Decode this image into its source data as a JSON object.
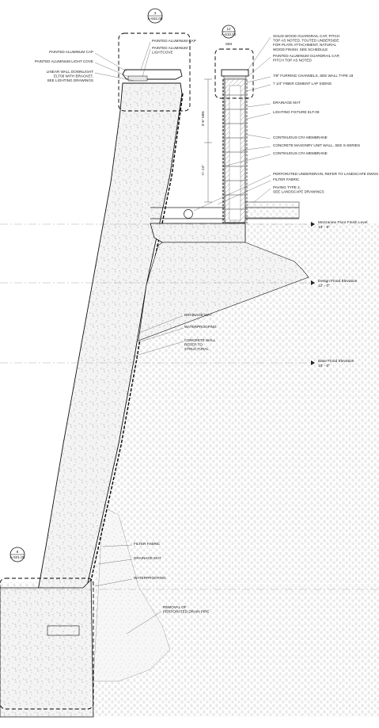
{
  "section_tags": [
    {
      "id": "tag-top",
      "number": "3",
      "sheet": "A-502.00"
    },
    {
      "id": "tag-rail",
      "number": "12",
      "sheet": "A-610.00",
      "sub": "SIM"
    },
    {
      "id": "tag-footing",
      "number": "8",
      "sheet": "A-501.00"
    }
  ],
  "dimensions": {
    "upper": "3'-6\" MIN",
    "lower": "+/- 24\""
  },
  "levels": [
    {
      "name": "Mezzanine Floor Finish Level",
      "elev": "13' - 6\""
    },
    {
      "name": "Design Flood Elevation",
      "elev": "12' - 0\""
    },
    {
      "name": "Base Flood Elevation",
      "elev": "10' - 0\""
    }
  ],
  "notes_left_top": [
    [
      "PAINTED ALUMINUM CAP"
    ],
    [
      "PAINTED ALUMINUM LIGHT COVE"
    ],
    [
      "LINEAR WALL DOWNLIGHT",
      "ELT08 WITH BRACKET,",
      "SEE LIGHTING DRAWINGS"
    ]
  ],
  "notes_cap": [
    [
      "PAINTED ALUMINUM CAP"
    ],
    [
      "PAINTED ALUMINUM",
      "LIGHTCOVE"
    ]
  ],
  "notes_right": [
    [
      "SOLID WOOD GUARDRAIL CAP, PITCH",
      "TOP AS NOTED, TOUTED UNDERSIDE",
      "FOR PLATE ATTACHMENT, NATURAL",
      "WOOD FINISH; SEE SCHEDULE"
    ],
    [
      "PAINTED ALUMINUM GUARDRAIL CAP,",
      "PITCH TOP AS NOTED"
    ],
    [
      "7/8\" FURRING CHANNELS, SEE WALL TYPE 18"
    ],
    [
      "7 1/4\" FIBER CEMENT LAP SIDING"
    ],
    [
      "DRAINAGE MAT"
    ],
    [
      "LIGHTING FIXTURE ELT-09"
    ],
    [
      "CONTINUOUS CFA MEMBRANE"
    ],
    [
      "CONCRETE MASONRY UNIT WALL, SEE S-SERIES"
    ],
    [
      "CONTINUOUS CFA MEMBRANE"
    ],
    [
      "PERFORATED UNDERDRAIN, REFER TO LANDSCAPE DWGS"
    ],
    [
      "FILTER FABRIC"
    ],
    [
      "PAVING TYPE 2,",
      "SEE LANDSCAPE DRAWINGS"
    ]
  ],
  "notes_mid": [
    [
      "DRAINAGE MAT"
    ],
    [
      "WATERPROOFING"
    ],
    [
      "CONCRETE WALL",
      "REFER TO",
      "STRUCTURAL"
    ]
  ],
  "notes_low": [
    [
      "FILTER FABRIC"
    ],
    [
      "DRAINAGE MAT"
    ],
    [
      "WATERPROOFING"
    ],
    [
      "REMOVAL OF",
      "PERFORATED DRAIN PIPE"
    ]
  ]
}
